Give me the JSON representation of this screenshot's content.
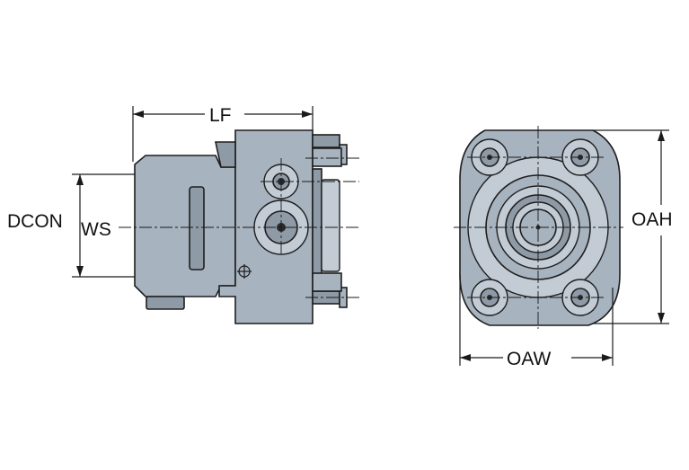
{
  "labels": {
    "lf": "LF",
    "dcon": "DCON",
    "ws": "WS",
    "oah": "OAH",
    "oaw": "OAW"
  },
  "colors": {
    "body": "#a7b3bf",
    "body_dark": "#8e9aa6",
    "body_light": "#c3ccd5",
    "line": "#1a1a1a",
    "background": "#ffffff"
  }
}
